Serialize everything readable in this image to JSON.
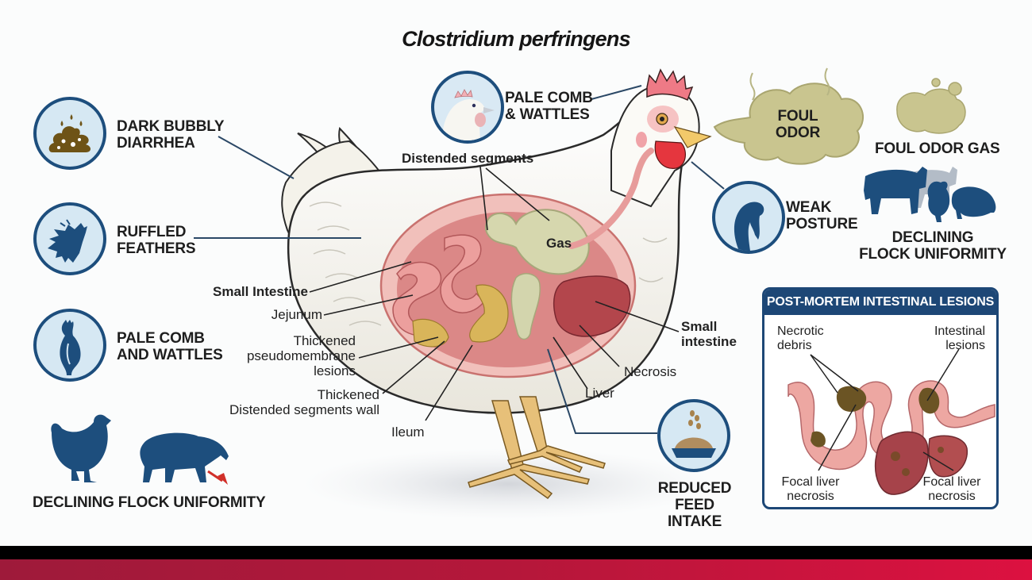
{
  "title": "Clostridium perfringens",
  "left_symptoms": [
    {
      "icon": "diarrhea-icon",
      "label_line1": "DARK BUBBLY",
      "label_line2": "DIARRHEA"
    },
    {
      "icon": "ruffled-feathers-icon",
      "label_line1": "RUFFLED",
      "label_line2": "FEATHERS"
    },
    {
      "icon": "pale-chicken-icon",
      "label_line1": "PALE COMB",
      "label_line2": "AND WATTLES"
    }
  ],
  "left_bottom": {
    "label": "DECLINING FLOCK UNIFORMITY",
    "icons": [
      "chicken-silhouette-icon",
      "lamb-silhouette-icon",
      "down-arrow-icon"
    ]
  },
  "top_center": {
    "icon": "pale-comb-head-icon",
    "label_line1": "PALE COMB",
    "label_line2": "& WATTLES"
  },
  "foul_odor_cloud": {
    "line1": "FOUL",
    "line2": "ODOR"
  },
  "foul_odor_gas": {
    "label": "FOUL ODOR GAS"
  },
  "weak_posture": {
    "label_line1": "WEAK",
    "label_line2": "POSTURE"
  },
  "right_flock": {
    "label_line1": "DECLINING",
    "label_line2": "FLOCK UNIFORMITY"
  },
  "reduced_feed": {
    "label_line1": "REDUCED",
    "label_line2": "FEED INTAKE"
  },
  "anatomy_labels": {
    "distended_segments": "Distended segments",
    "gas": "Gas",
    "small_intestine_left": "Small Intestine",
    "jejunum": "Jejunum",
    "thickened_pseudo_1": "Thickened",
    "thickened_pseudo_2": "pseudomembrane",
    "thickened_pseudo_3": "lesions",
    "thickened_wall_1": "Thickened",
    "thickened_wall_2": "Distended segments wall",
    "ileum": "Ileum",
    "small_intestine_right_1": "Small",
    "small_intestine_right_2": "intestine",
    "necrosis": "Necrosis",
    "liver": "Liver"
  },
  "post_mortem": {
    "header": "POST-MORTEM INTESTINAL LESIONS",
    "necrotic_debris_1": "Necrotic",
    "necrotic_debris_2": "debris",
    "intestinal_lesions_1": "Intestinal",
    "intestinal_lesions_2": "lesions",
    "focal_left_1": "Focal liver",
    "focal_left_2": "necrosis",
    "focal_right_1": "Focal liver",
    "focal_right_2": "necrosis"
  },
  "colors": {
    "navy": "#1d4e7d",
    "icon_bg": "#d6e8f3",
    "cloud": "#c9c58f",
    "intestine": "#e9a3a0",
    "bar_red_start": "#9e1a3a",
    "bar_red_end": "#dc1140"
  }
}
